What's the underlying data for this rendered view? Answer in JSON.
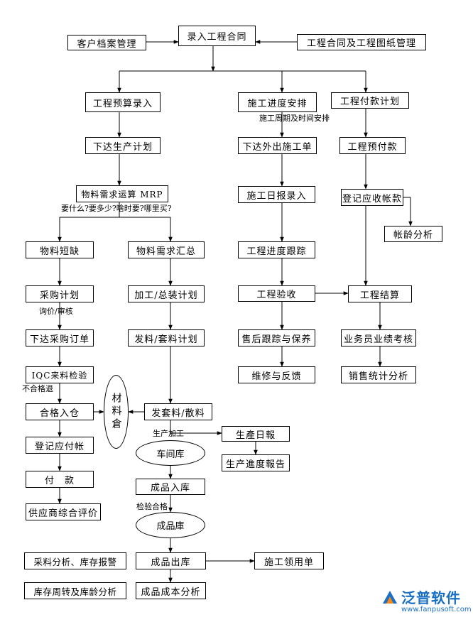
{
  "nodes": {
    "contract_entry": "录入工程合同",
    "customer_archive": "客户档案管理",
    "contract_drawing": "工程合同及工程图纸管理",
    "budget_entry": "工程预算录入",
    "schedule": "施工进度安排",
    "payment_plan": "工程付款计划",
    "production_plan": "下达生产计划",
    "outsource_order": "下达外出施工单",
    "prepayment": "工程预付款",
    "mrp": "物料需求运算 MRP",
    "daily_report": "施工日报录入",
    "receivable": "登记应收帐款",
    "aging": "帐龄分析",
    "shortage": "物料短缺",
    "demand_summary": "物料需求汇总",
    "progress_tracking": "工程进度跟踪",
    "purchase_plan": "采购计划",
    "processing_plan": "加工/总装计划",
    "acceptance": "工程验收",
    "settlement": "工程结算",
    "purchase_order": "下达采购订单",
    "material_issue": "发料/套料计划",
    "after_sales": "售后跟踪与保养",
    "sales_assessment": "业务员业绩考核",
    "iqc": "IQC来料检验",
    "repair": "维修与反馈",
    "sales_stats": "销售统计分析",
    "qualified_in": "合格入仓",
    "issue_kit": "发套料/散料",
    "production_daily": "生產日報",
    "payable": "登记应付帐",
    "production_progress": "生产進度報告",
    "payment": "付　款",
    "finished_in": "成品入库",
    "supplier_eval": "供应商综合评价",
    "material_analysis": "采料分析、库存报警",
    "finished_out": "成品出库",
    "construction_requisition": "施工领用单",
    "turnover_analysis": "库存周转及库龄分析",
    "finished_cost": "成品成本分析"
  },
  "warehouses": {
    "material": "材料倉",
    "workshop": "车间库",
    "finished": "成品庫"
  },
  "annotations": {
    "period_time": "施工周期及时间安排",
    "what_when": "要什么?要多少?啥时要?哪里买?",
    "inquiry": "询价/审核",
    "reject_return": "不合格退",
    "production_processing": "生产加工",
    "inspection_pass": "检验合格"
  },
  "logo": {
    "name": "泛普软件",
    "url": "www.fanpusoft.com"
  }
}
